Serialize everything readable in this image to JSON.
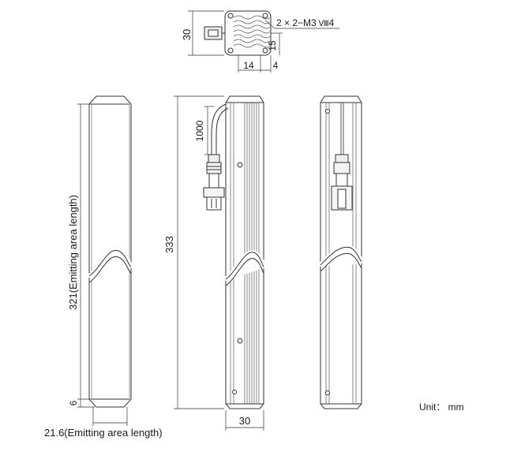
{
  "dimensions": {
    "top_height": "30",
    "thread_callout": "2 × 2−M3",
    "thread_depth": "4",
    "top_offset_15": "15",
    "top_bottom_14": "14",
    "top_bottom_4": "4",
    "cable_length": "1000",
    "total_length": "333",
    "emitting_length": "321(Emitting area length)",
    "end_margin": "6",
    "emitting_width": "21.6(Emitting area length)",
    "width": "30"
  },
  "unit_label": "Unit： mm"
}
